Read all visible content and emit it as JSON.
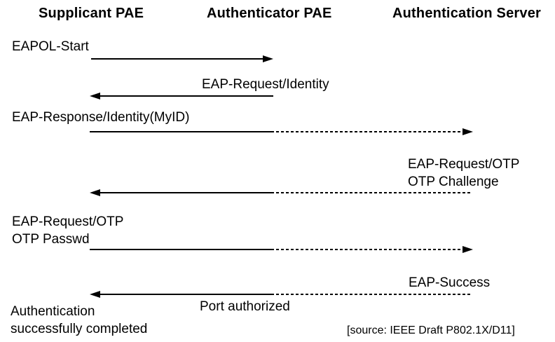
{
  "diagram": {
    "columns": [
      {
        "label": "Supplicant PAE"
      },
      {
        "label": "Authenticator PAE"
      },
      {
        "label": "Authentication Server"
      }
    ],
    "messages": [
      {
        "name": "eapol-start",
        "label": "EAPOL-Start",
        "from": "supplicant",
        "to": "authenticator",
        "line_style": "solid"
      },
      {
        "name": "eap-request-identity",
        "label": "EAP-Request/Identity",
        "from": "authenticator",
        "to": "supplicant",
        "line_style": "solid"
      },
      {
        "name": "eap-response-identity",
        "label": "EAP-Response/Identity(MyID)",
        "from": "supplicant",
        "to": "server",
        "line_style": "solid-then-dotted"
      },
      {
        "name": "eap-request-otp-challenge",
        "label_line1": "EAP-Request/OTP",
        "label_line2": "OTP Challenge",
        "from": "server",
        "to": "supplicant",
        "line_style": "dotted-then-solid"
      },
      {
        "name": "eap-request-otp-passwd",
        "label_line1": "EAP-Request/OTP",
        "label_line2": "OTP Passwd",
        "from": "supplicant",
        "to": "server",
        "line_style": "solid-then-dotted"
      },
      {
        "name": "eap-success",
        "label": "EAP-Success",
        "from": "server",
        "to": "supplicant",
        "line_style": "dotted-then-solid"
      }
    ],
    "annotations": {
      "port_authorized": "Port authorized",
      "completion": {
        "line1": "Authentication",
        "line2": "successfully completed"
      },
      "source_note": "[source: IEEE Draft P802.1X/D11]"
    },
    "colors": {
      "ink": "#000000",
      "background": "#ffffff"
    }
  }
}
